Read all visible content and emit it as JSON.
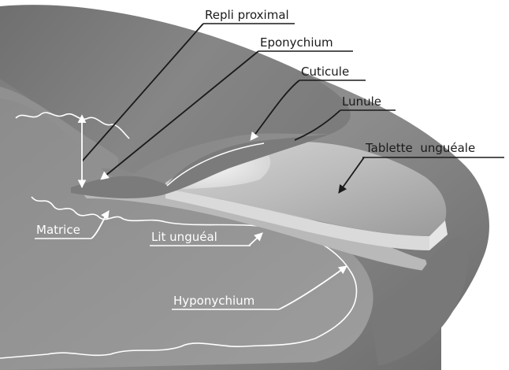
{
  "labels": {
    "repli_proximal": "Repli proximal",
    "eponychium": "Eponychium",
    "cuticule": "Cuticule",
    "lunule": "Lunule",
    "tablette_ungueale": "Tablette  unguéale",
    "matrice": "Matrice",
    "lit_ungueal": "Lit unguéal",
    "hyponychium": "Hyponychium"
  },
  "colors": {
    "skin": "#8a8a8a",
    "skin_dark": "#6d6d6d",
    "section_cut": "#979797",
    "nail_plate": "#c9c9c9",
    "lunula": "#ececec",
    "label_dark": "#1a1a1a",
    "label_light": "#ffffff"
  }
}
